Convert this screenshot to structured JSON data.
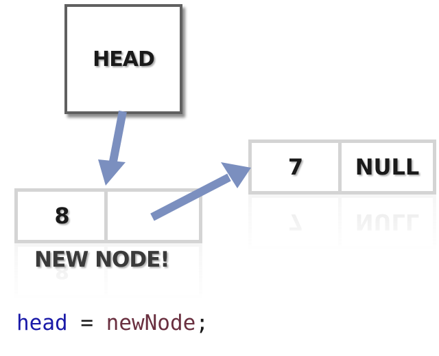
{
  "head_box": {
    "label": "HEAD"
  },
  "new_node": {
    "data": "8",
    "next": "",
    "label": "NEW NODE!"
  },
  "existing_node": {
    "data": "7",
    "next": "NULL"
  },
  "code": {
    "variable": "head",
    "operator": " = ",
    "value": "newNode",
    "terminator": ";"
  },
  "colors": {
    "arrow": "#7b8fbf",
    "box_border": "#606060",
    "cell_border": "#d4d4d4",
    "code_keyword": "#1a1aa8",
    "code_value": "#6a3040"
  }
}
